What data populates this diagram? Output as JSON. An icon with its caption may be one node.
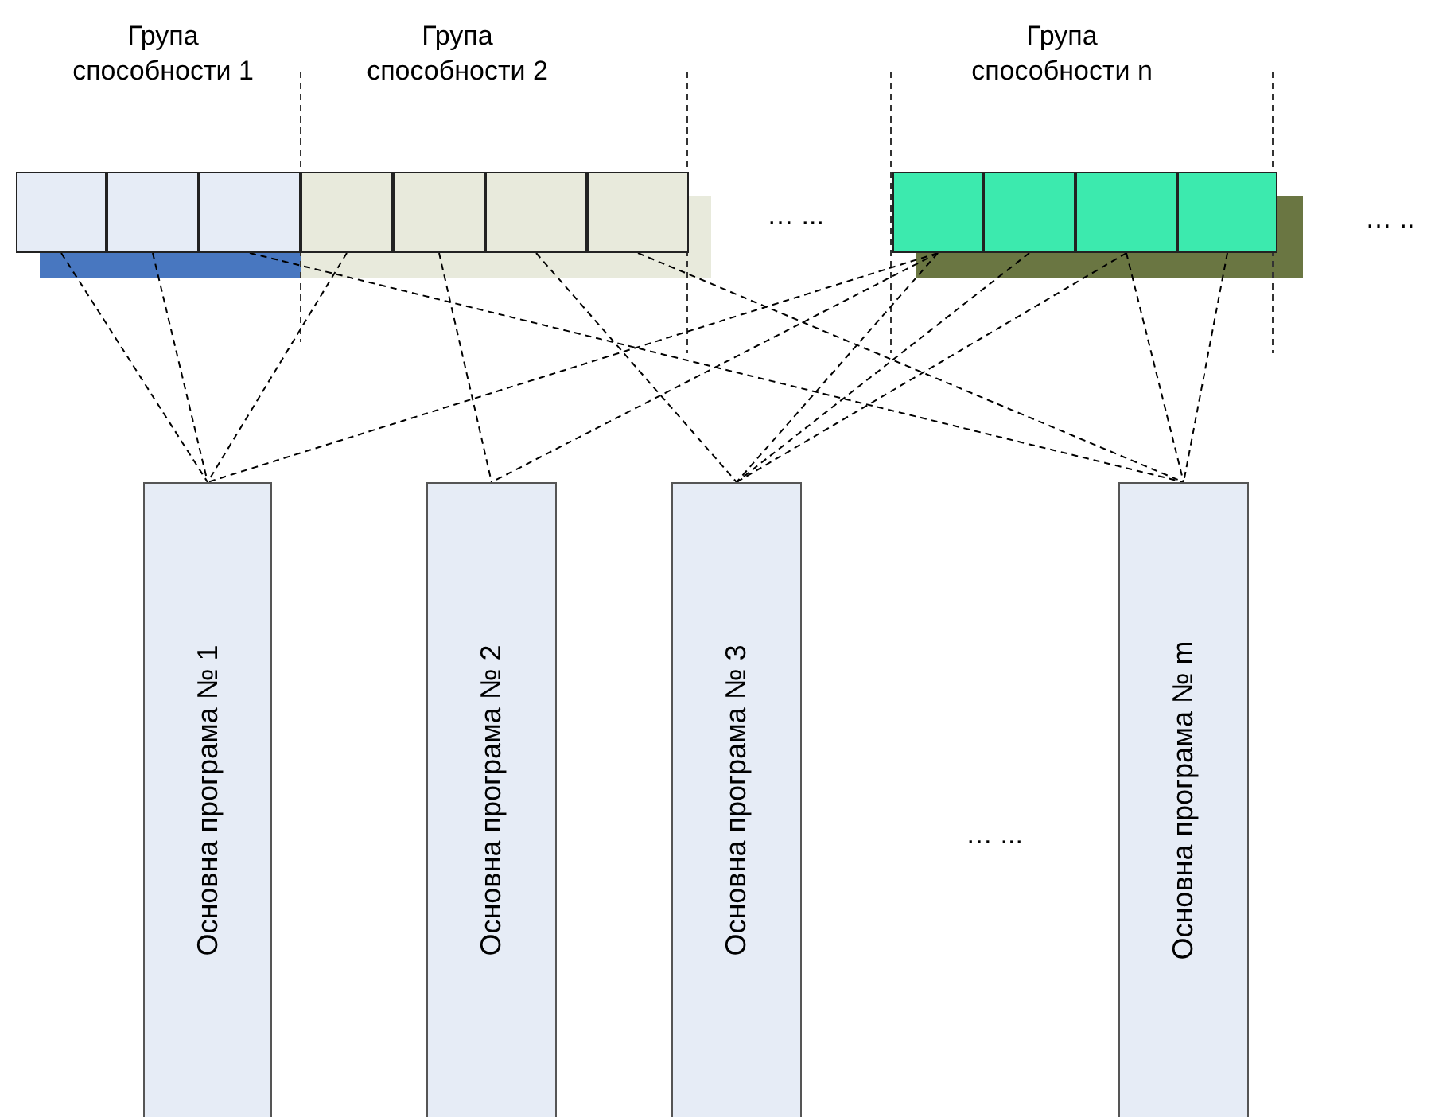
{
  "diagram": {
    "nodes": [
      {
        "text": [],
        "shape": "box"
      },
      {
        "text": [],
        "shape": "box"
      },
      {
        "text": [],
        "shape": "box"
      },
      {
        "text": [],
        "shape": "box"
      },
      {
        "text": [],
        "shape": "box"
      },
      {
        "text": [],
        "shape": "box"
      },
      {
        "text": [],
        "shape": "box"
      },
      {
        "text": [],
        "shape": "box"
      },
      {
        "text": [],
        "shape": "box"
      },
      {
        "text": [],
        "shape": "box"
      },
      {
        "text": [],
        "shape": "box"
      },
      {
        "text": [
          "Основна програма № 1"
        ]
      },
      {
        "text": [
          "Основна програма № 2"
        ]
      },
      {
        "text": [
          "Основна програма № 3"
        ]
      },
      {
        "text": [
          "Основна програма № m"
        ]
      }
    ],
    "edges": [
      {
        "from": 0,
        "to": 11,
        "arrow": "none",
        "style": "dashed"
      },
      {
        "from": 1,
        "to": 11,
        "arrow": "none",
        "style": "dashed"
      },
      {
        "from": 3,
        "to": 11,
        "arrow": "none",
        "style": "dashed"
      },
      {
        "from": 7,
        "to": 11,
        "arrow": "none",
        "style": "dashed"
      },
      {
        "from": 4,
        "to": 12,
        "arrow": "none",
        "style": "dashed"
      },
      {
        "from": 7,
        "to": 12,
        "arrow": "none",
        "style": "dashed"
      },
      {
        "from": 5,
        "to": 13,
        "arrow": "none",
        "style": "dashed"
      },
      {
        "from": 7,
        "to": 13,
        "arrow": "none",
        "style": "dashed"
      },
      {
        "from": 8,
        "to": 13,
        "arrow": "none",
        "style": "dashed"
      },
      {
        "from": 9,
        "to": 13,
        "arrow": "none",
        "style": "dashed"
      },
      {
        "from": 2,
        "to": 14,
        "arrow": "none",
        "style": "dashed"
      },
      {
        "from": 6,
        "to": 14,
        "arrow": "none",
        "style": "dashed"
      },
      {
        "from": 9,
        "to": 14,
        "arrow": "none",
        "style": "dashed"
      },
      {
        "from": 10,
        "to": 14,
        "arrow": "none",
        "style": "dashed"
      }
    ],
    "labels": [
      "Група способности 1",
      "Група способности 2",
      "Група способности n",
      "… ...",
      "… ..",
      "… ..."
    ]
  }
}
